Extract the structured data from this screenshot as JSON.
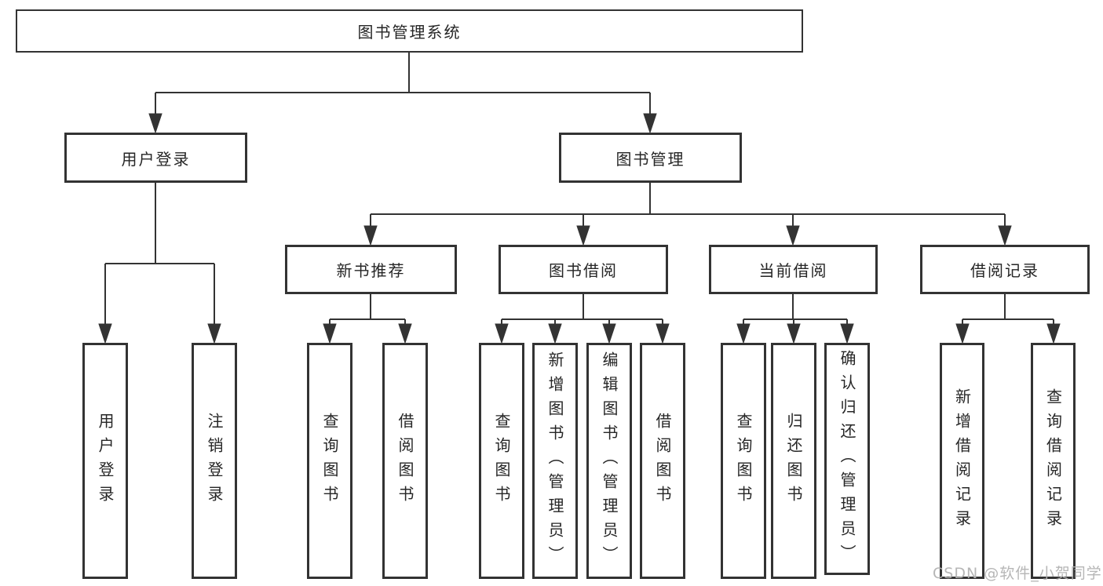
{
  "diagram_title": "图书管理系统",
  "colors": {
    "line": "#333333",
    "text": "#262626",
    "background": "#ffffff",
    "watermark": "#b2b2b2"
  },
  "tree": {
    "root": {
      "label": "图书管理系统"
    },
    "level2": [
      {
        "label": "用户登录"
      },
      {
        "label": "图书管理"
      }
    ],
    "level3": [
      {
        "label": "新书推荐"
      },
      {
        "label": "图书借阅"
      },
      {
        "label": "当前借阅"
      },
      {
        "label": "借阅记录"
      }
    ],
    "leaves": {
      "user_login": [
        "用户登录",
        "注销登录"
      ],
      "new_book": [
        "查询图书",
        "借阅图书"
      ],
      "borrow": [
        "查询图书",
        "新增图书（管理员）",
        "编辑图书（管理员）",
        "借阅图书"
      ],
      "current": [
        "查询图书",
        "归还图书",
        "确认归还（管理员）"
      ],
      "record": [
        "新增借阅记录",
        "查询借阅记录"
      ]
    }
  },
  "watermark": {
    "text": "CSDN @软件_小贺同学"
  }
}
